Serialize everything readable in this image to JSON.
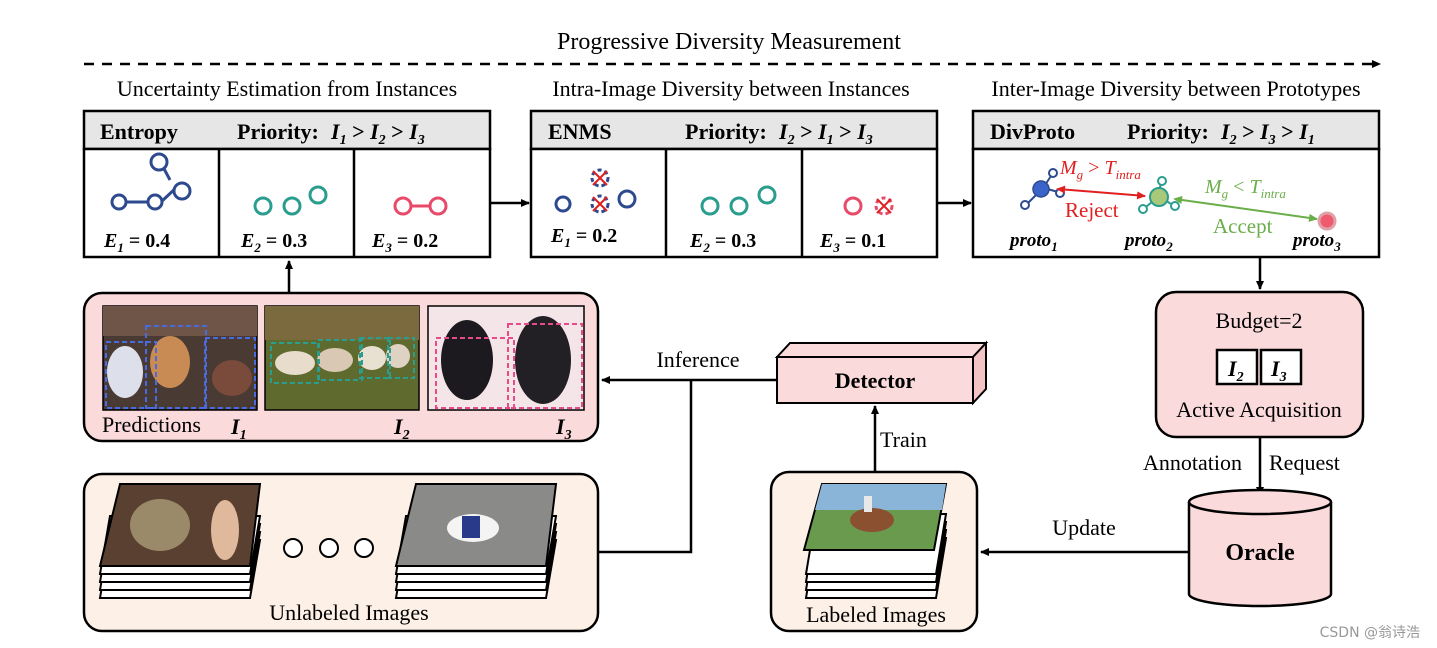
{
  "title": "Progressive Diversity Measurement",
  "stages": [
    {
      "heading": "Uncertainty Estimation from Instances",
      "method": "Entropy",
      "priority_label": "Priority:",
      "priority_order": [
        "I1",
        "I2",
        "I3"
      ],
      "scores": [
        {
          "label": "E",
          "sub": "1",
          "value": "0.4"
        },
        {
          "label": "E",
          "sub": "2",
          "value": "0.3"
        },
        {
          "label": "E",
          "sub": "3",
          "value": "0.2"
        }
      ]
    },
    {
      "heading": "Intra-Image Diversity between Instances",
      "method": "ENMS",
      "priority_label": "Priority:",
      "priority_order": [
        "I2",
        "I1",
        "I3"
      ],
      "scores": [
        {
          "label": "E",
          "sub": "1",
          "value": "0.2"
        },
        {
          "label": "E",
          "sub": "2",
          "value": "0.3"
        },
        {
          "label": "E",
          "sub": "3",
          "value": "0.1"
        }
      ]
    },
    {
      "heading": "Inter-Image Diversity between Prototypes",
      "method": "DivProto",
      "priority_label": "Priority:",
      "priority_order": [
        "I2",
        "I3",
        "I1"
      ],
      "reject_condition": "M_g > T_intra",
      "accept_condition": "M_g < T_intra",
      "reject_label": "Reject",
      "accept_label": "Accept",
      "protos": [
        "proto1",
        "proto2",
        "proto3"
      ]
    }
  ],
  "predictions_panel": {
    "label": "Predictions",
    "images": [
      "I1",
      "I2",
      "I3"
    ]
  },
  "unlabeled_panel": {
    "label": "Unlabeled Images"
  },
  "labeled_panel": {
    "label": "Labeled Images"
  },
  "detector": {
    "label": "Detector"
  },
  "budget_box": {
    "budget": "Budget=2",
    "selected": [
      "I2",
      "I3"
    ],
    "label": "Active Acquisition"
  },
  "oracle": {
    "label": "Oracle"
  },
  "edges": {
    "inference": "Inference",
    "train": "Train",
    "annotation": "Annotation",
    "request": "Request",
    "update": "Update"
  },
  "watermark": "CSDN @翁诗浩",
  "colors": {
    "blue": "#2e4a8f",
    "teal": "#2a9d8f",
    "red": "#e84a6a",
    "pink_fill": "#fadada",
    "peach_fill": "#fdf0e6",
    "header_fill": "#e6e6e6"
  }
}
